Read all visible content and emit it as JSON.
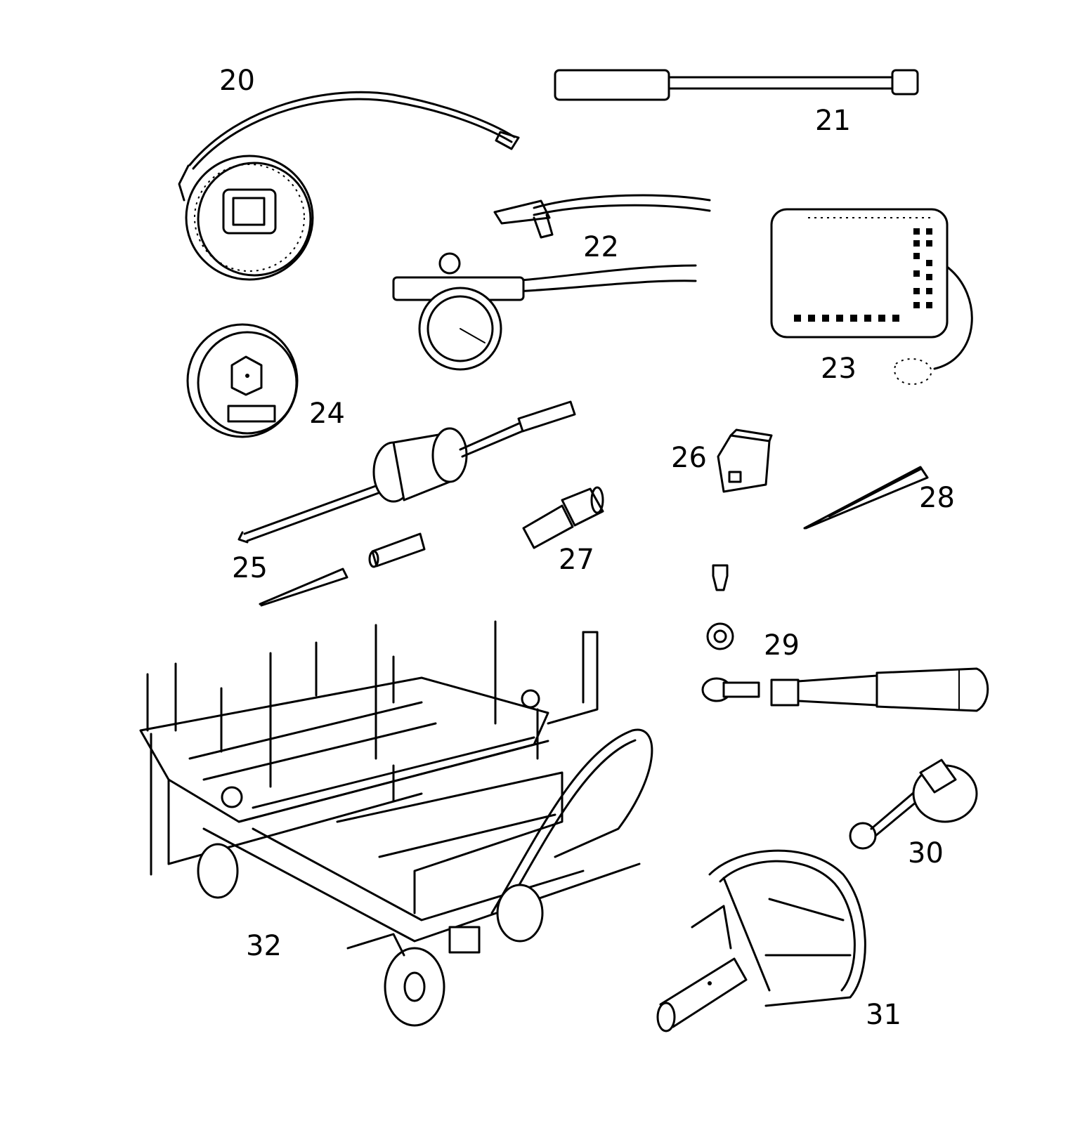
{
  "labels": {
    "l20": "20",
    "l21": "21",
    "l22": "22",
    "l23": "23",
    "l24": "24",
    "l25": "25",
    "l26": "26",
    "l27": "27",
    "l28": "28",
    "l29": "29",
    "l30": "30",
    "l31": "31",
    "l32": "32"
  },
  "colors": {
    "ink": "#000000",
    "background": "#ffffff"
  }
}
